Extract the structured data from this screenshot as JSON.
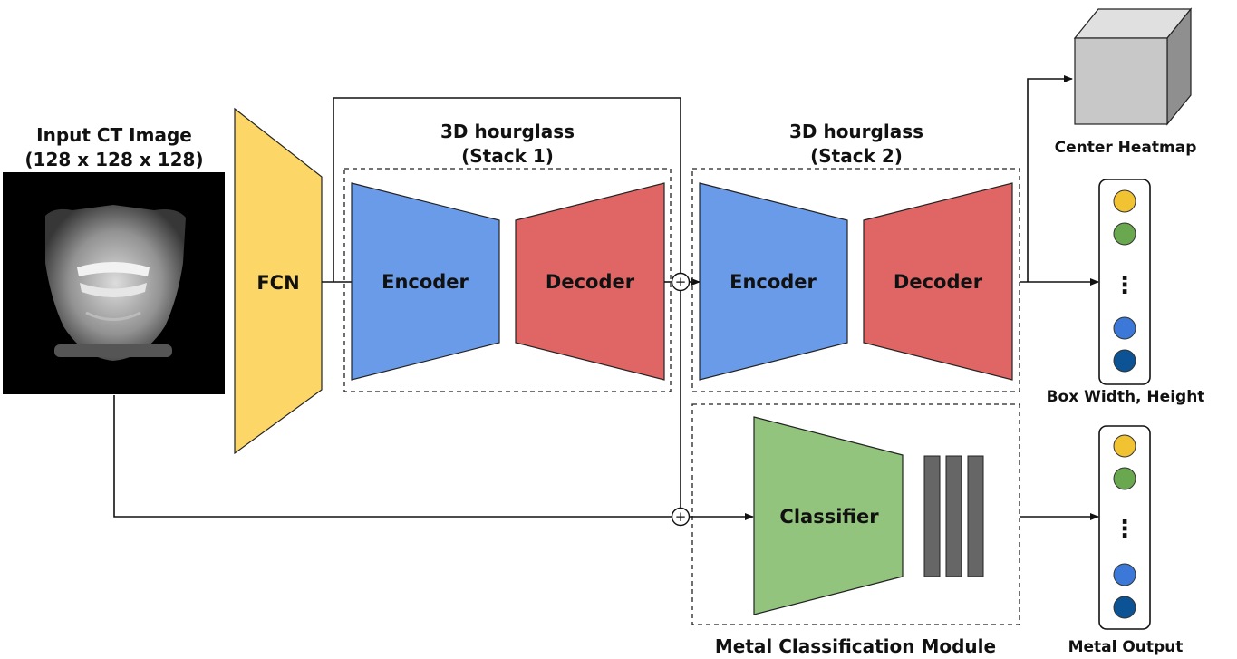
{
  "input": {
    "title_line1": "Input CT Image",
    "title_line2": "(128 x 128 x 128)"
  },
  "fcn": {
    "label": "FCN"
  },
  "stack1": {
    "title_line1": "3D hourglass",
    "title_line2": "(Stack 1)",
    "encoder": "Encoder",
    "decoder": "Decoder"
  },
  "stack2": {
    "title_line1": "3D hourglass",
    "title_line2": "(Stack 2)",
    "encoder": "Encoder",
    "decoder": "Decoder"
  },
  "classifier_module": {
    "classifier": "Classifier",
    "title": "Metal Classification Module"
  },
  "outputs": {
    "heatmap": "Center Heatmap",
    "box": "Box Width, Height",
    "metal": "Metal Output",
    "ellipsis": "⋮"
  },
  "plus_symbol": "+",
  "colors": {
    "fcn": "#fcd667",
    "encoder": "#6a9be9",
    "decoder": "#e06666",
    "classifier": "#93c47d",
    "fc_bar": "#666666",
    "dot_yellow": "#f1c232",
    "dot_green": "#6aa84f",
    "dot_blue": "#3c78d8",
    "dot_navy": "#0b5394",
    "cube": "#c8c8c8"
  }
}
